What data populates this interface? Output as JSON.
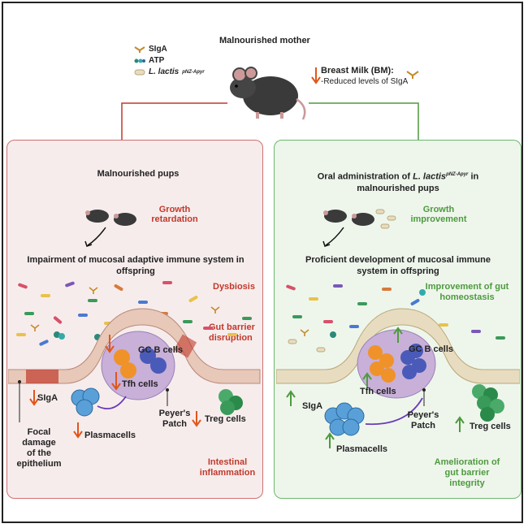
{
  "top": {
    "title": "Malnourished mother",
    "legend": [
      {
        "label": "SIgA",
        "icon": "siga-icon"
      },
      {
        "label": "ATP",
        "icon": "atp-icon"
      },
      {
        "label": "L. lactis",
        "sup": "pNZ-Apyr",
        "icon": "bacteria-icon"
      }
    ],
    "breast_milk_title": "Breast Milk (BM):",
    "breast_milk_note": "-Reduced levels of  SIgA"
  },
  "left": {
    "title": "Malnourished pups",
    "growth": [
      "Growth",
      "retardation"
    ],
    "subtitle": [
      "Impairment of mucosal adaptive immune system in",
      "offspring"
    ],
    "dysbiosis": "Dysbiosis",
    "barrier": [
      "Gut barrier",
      "disruption"
    ],
    "gc": "GC B cells",
    "tfh": "Tfh cells",
    "siga": "SIgA",
    "plasma": "Plasmacells",
    "peyer": [
      "Peyer's",
      "Patch"
    ],
    "treg": "Treg cells",
    "focal": [
      "Focal damage",
      "of the",
      "epithelium"
    ],
    "inflammation": [
      "Intestinal",
      "inflammation"
    ]
  },
  "right": {
    "title": [
      "Oral administration of",
      "L. lactis",
      "pNZ-Apyr",
      "in",
      "malnourished pups"
    ],
    "growth": [
      "Growth",
      "improvement"
    ],
    "subtitle": [
      "Proficient development of mucosal immune",
      "system in offspring"
    ],
    "homeostasis": [
      "Improvement of gut",
      "homeostasis"
    ],
    "gc": "GC B cells",
    "tfh": "Tfh cells",
    "siga": "SIgA",
    "plasma": "Plasmacells",
    "peyer": [
      "Peyer's",
      "Patch"
    ],
    "treg": "Treg cells",
    "amelioration": [
      "Amelioration of",
      "gut barrier",
      "integrity"
    ]
  },
  "colors": {
    "red": "#c0392b",
    "green": "#4e9a3e",
    "arrow_down": "#e0561b",
    "arrow_up": "#4e9a3e"
  }
}
